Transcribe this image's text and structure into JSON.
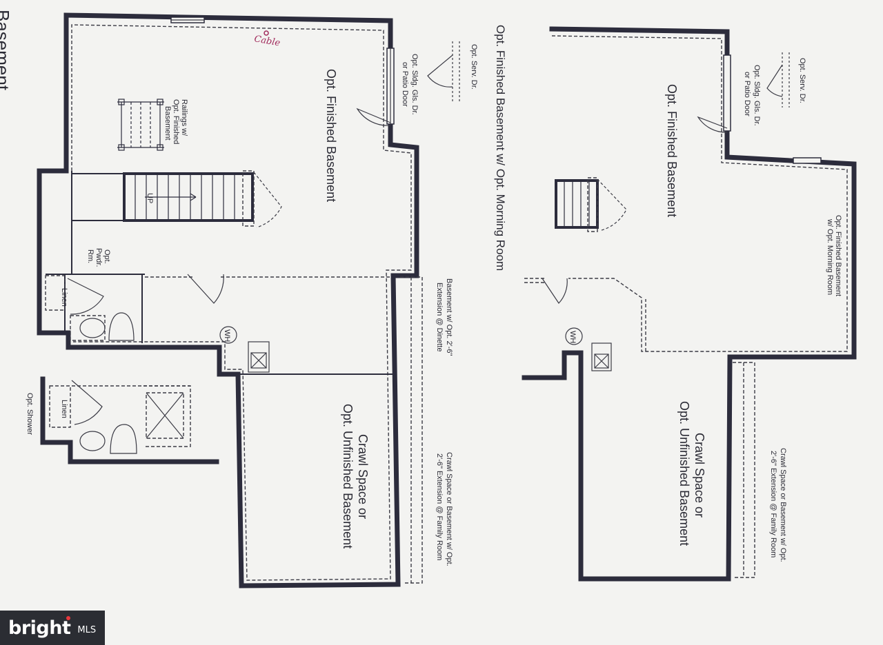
{
  "title": "Basement",
  "left_plan": {
    "finished_basement": "Opt. Finished Basement",
    "railings": [
      "Railings w/",
      "Opt. Finished",
      "Basement"
    ],
    "sliding_door": [
      "Opt. Sldg. Gls. Dr.",
      "or Patio Door"
    ],
    "service_door": "Opt. Serv. Dr.",
    "stair_label": "UP",
    "powder_room": [
      "Opt.",
      "Pwdr.",
      "Rm."
    ],
    "linen": "Linen",
    "water_heater": "WH",
    "basement_extension": [
      "Basement w/ Opt. 2'-6\"",
      "Extension @ Dinette"
    ],
    "crawl_space": [
      "Crawl Space or",
      "Opt. Unfinished Basement"
    ],
    "crawl_extension": [
      "Crawl Space or Basement w/ Opt.",
      "2'-6\" Extension @ Family Room"
    ],
    "shower_linen": "Linen",
    "shower_label": "Opt. Shower",
    "handwritten_note": "Cable"
  },
  "right_plan": {
    "heading": "Opt. Finished Basement w/ Opt. Morning Room",
    "finished_basement": "Opt. Finished Basement",
    "morning_room": [
      "Opt. Finished Basement",
      "w/ Opt. Morning Room"
    ],
    "sliding_door": [
      "Opt. Sldg. Gls. Dr.",
      "or Patio Door"
    ],
    "service_door": "Opt. Serv. Dr.",
    "water_heater": "WH",
    "crawl_space": [
      "Crawl Space or",
      "Opt. Unfinished Basement"
    ],
    "crawl_extension": [
      "Crawl Space or Basement w/ Opt.",
      "2'-6\" Extension @ Family Room"
    ]
  },
  "watermark": {
    "word": "bright",
    "suffix": "MLS"
  }
}
